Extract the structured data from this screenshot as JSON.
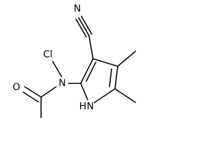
{
  "molecule": {
    "atom_labels": {
      "nitrogen_nitrile": "N",
      "chlorine": "Cl",
      "nitrogen_amide": "N",
      "oxygen": "O",
      "nh_ring": "H",
      "nh_ring_n": "N"
    }
  },
  "colors": {
    "ink": "#000000",
    "background": "#ffffff"
  }
}
